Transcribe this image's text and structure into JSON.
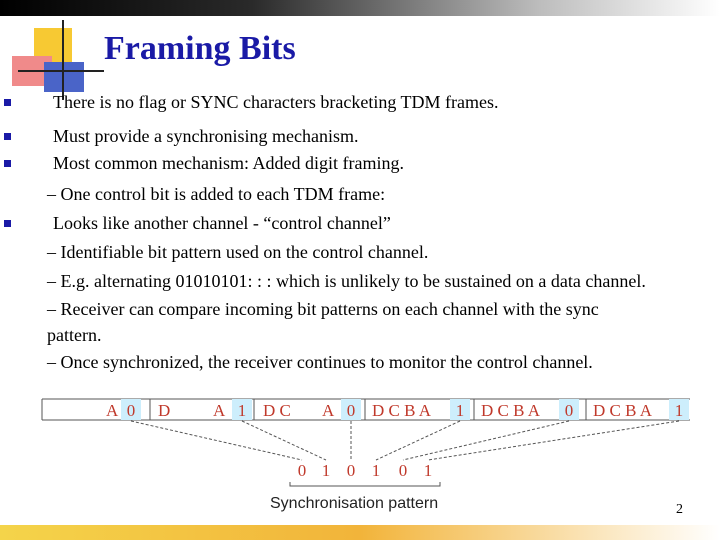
{
  "slide": {
    "title": "Framing Bits",
    "slide_number": "2",
    "content": [
      {
        "type": "bullet",
        "text": "There is no flag or SYNC characters bracketing TDM frames."
      },
      {
        "type": "bullet",
        "text": "Must provide a synchronising mechanism."
      },
      {
        "type": "bullet",
        "text": "Most common mechanism: Added digit framing."
      },
      {
        "type": "sub",
        "text": "– One control bit is added to each TDM frame:"
      },
      {
        "type": "bullet",
        "text": "Looks like another channel - “control channel”"
      },
      {
        "type": "sub",
        "text": "– Identifiable bit pattern used on the control channel."
      },
      {
        "type": "sub",
        "text": "– E.g. alternating 01010101: : : which is unlikely to be sustained on a data channel."
      },
      {
        "type": "sub",
        "text": "– Receiver can compare incoming bit patterns on each channel with the sync"
      },
      {
        "type": "sub",
        "text": "pattern."
      },
      {
        "type": "sub",
        "text": "– Once synchronized, the receiver continues to monitor the control channel."
      }
    ]
  },
  "diagram": {
    "frames": [
      {
        "label": "A",
        "bit": "0"
      },
      {
        "label": "D",
        "bit": ""
      },
      {
        "label": "A",
        "bit": "1"
      },
      {
        "label": "D C",
        "bit": ""
      },
      {
        "label": "A",
        "bit": "0"
      },
      {
        "label": "D C B A",
        "bit": "1"
      },
      {
        "label": "D C B A",
        "bit": "0"
      },
      {
        "label": "D C B A",
        "bit": "1"
      }
    ],
    "pattern": [
      "0",
      "1",
      "0",
      "1",
      "0",
      "1"
    ],
    "caption": "Synchronisation pattern",
    "colors": {
      "highlight": "#cdeefc",
      "letters": "#c0392b",
      "pattern": "#c0392b"
    }
  }
}
